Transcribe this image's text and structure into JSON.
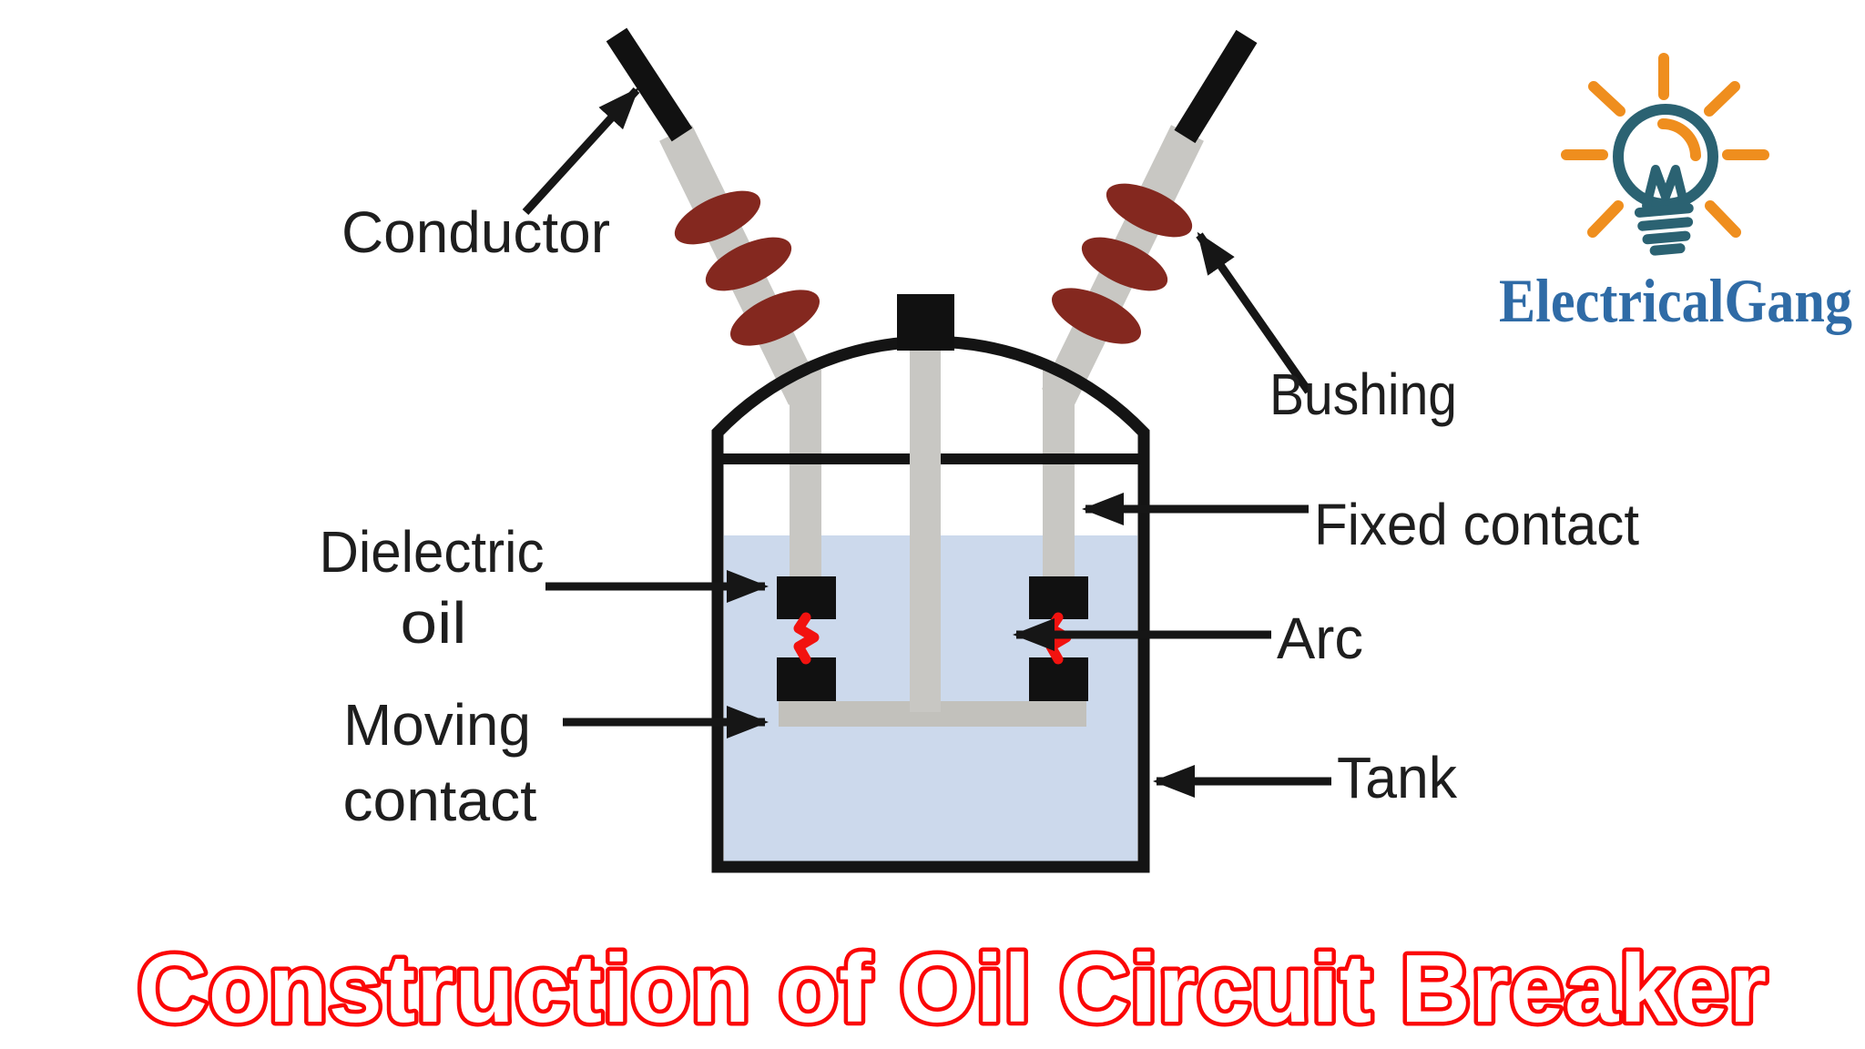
{
  "diagram": {
    "labels": {
      "conductor": "Conductor",
      "bushing": "Bushing",
      "fixed_contact": "Fixed contact",
      "arc": "Arc",
      "tank": "Tank",
      "dielectric_line1": "Dielectric",
      "dielectric_line2": "oil",
      "moving_line1": "Moving",
      "moving_line2": "contact"
    },
    "colors": {
      "oil_blue": "#ccd9ec",
      "metal_grey": "#c8c7c3",
      "contact_black": "#111111",
      "insulator_maroon": "#84281f",
      "arc_red": "#f2120f",
      "outline_black": "#141414"
    }
  },
  "logo": {
    "brand": "ElectricalGang",
    "icon": "light-bulb-with-rays",
    "bulb_teal": "#2b6272",
    "ray_orange": "#ef8e1e",
    "text_blue": "#2f6ba6"
  },
  "title": {
    "text": "Construction of Oil Circuit Breaker",
    "fill": "#ffffff",
    "outline": "#fb0606"
  }
}
